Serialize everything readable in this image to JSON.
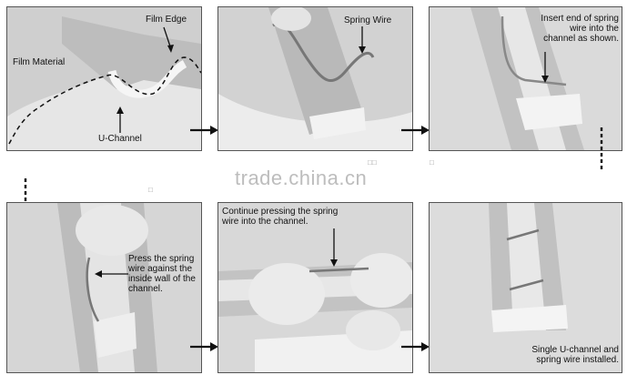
{
  "labels": {
    "film_edge": "Film Edge",
    "film_material": "Film Material",
    "u_channel": "U-Channel",
    "spring_wire": "Spring Wire",
    "insert_end": "Insert end of spring wire into the channel as shown.",
    "press_spring": "Press the spring wire against the inside wall of the channel.",
    "continue_pressing": "Continue pressing the spring wire into the channel.",
    "single_channel": "Single U-channel and spring wire installed."
  },
  "watermark": "trade.china.cn",
  "glyphs": {
    "g1": "□□",
    "g2": "□",
    "g3": "□"
  }
}
